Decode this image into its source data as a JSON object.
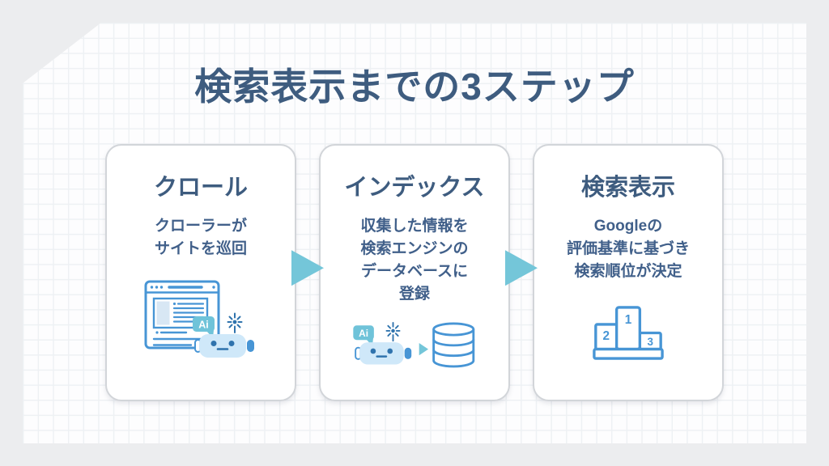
{
  "title": "検索表示までの3ステップ",
  "colors": {
    "background": "#ecedef",
    "paper": "#fdfdfe",
    "grid_line": "#eef1f4",
    "text": "#3e5c7f",
    "card_border": "#d2d5d9",
    "icon_blue": "#4795d5",
    "icon_dark_blue": "#2f73ad",
    "icon_light_fill": "#d8e7f4",
    "robot_fill": "#cfe8f9",
    "teal_accent": "#74c6d9"
  },
  "steps": [
    {
      "heading": "クロール",
      "lines": [
        "クローラーが",
        "サイトを巡回"
      ],
      "icon": "browser-crawler-robot"
    },
    {
      "heading": "インデックス",
      "lines": [
        "収集した情報を",
        "検索エンジンの",
        "データベースに",
        "登録"
      ],
      "icon": "robot-to-database"
    },
    {
      "heading": "検索表示",
      "lines": [
        "Googleの",
        "評価基準に基づき",
        "検索順位が決定"
      ],
      "icon": "ranking-podium"
    }
  ],
  "icons": {
    "ai_badge_label": "Ai",
    "podium_ranks": {
      "first": "1",
      "second": "2",
      "third": "3"
    }
  }
}
